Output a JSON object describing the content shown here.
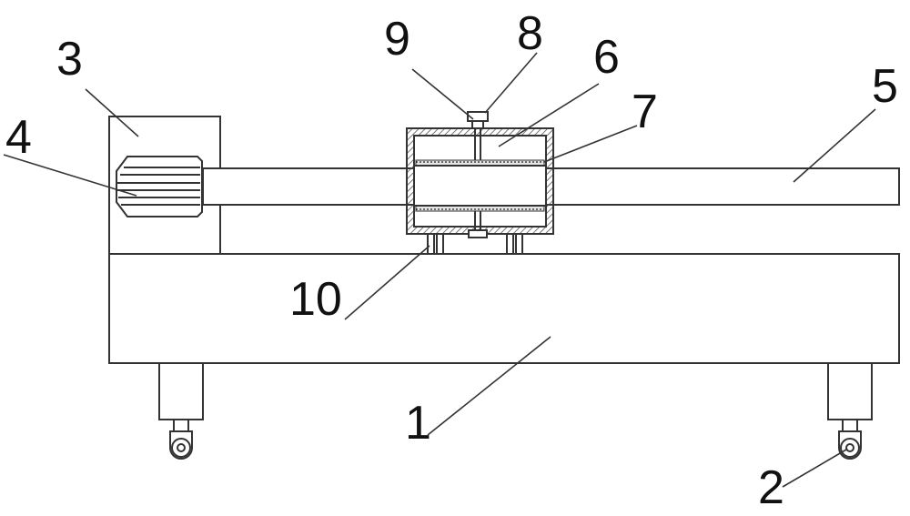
{
  "labels": {
    "base": "1",
    "wheel": "2",
    "motor_housing": "3",
    "motor_head": "4",
    "rod": "5",
    "clamp_box": "6",
    "clamp_pad": "7",
    "bolt": "8",
    "bolt_head": "9",
    "support_legs": "10"
  },
  "colors": {
    "line": "#333333",
    "fill": "#ffffff",
    "hatch": "#666666",
    "text": "#111111"
  }
}
